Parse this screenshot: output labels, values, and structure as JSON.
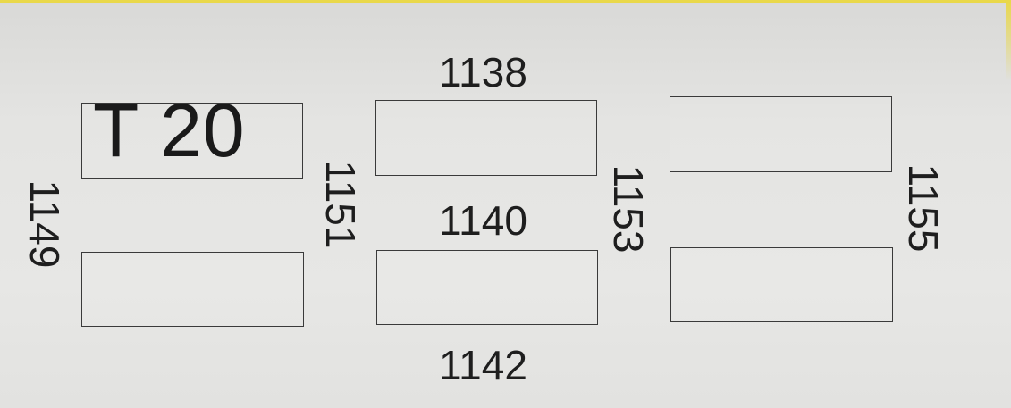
{
  "sticker": {
    "boxes": [
      {
        "label": "T 20"
      },
      {
        "label": ""
      },
      {
        "label": ""
      },
      {
        "label": ""
      },
      {
        "label": ""
      },
      {
        "label": ""
      }
    ],
    "horizontal_numbers": [
      "1138",
      "1140",
      "1142"
    ],
    "vertical_numbers": [
      "1149",
      "1151",
      "1153",
      "1155"
    ]
  },
  "colors": {
    "background": "#e4e4e2",
    "ink": "#1e1e1e",
    "border": "#3a3a3a",
    "accent_strip": "#e9d84a"
  }
}
